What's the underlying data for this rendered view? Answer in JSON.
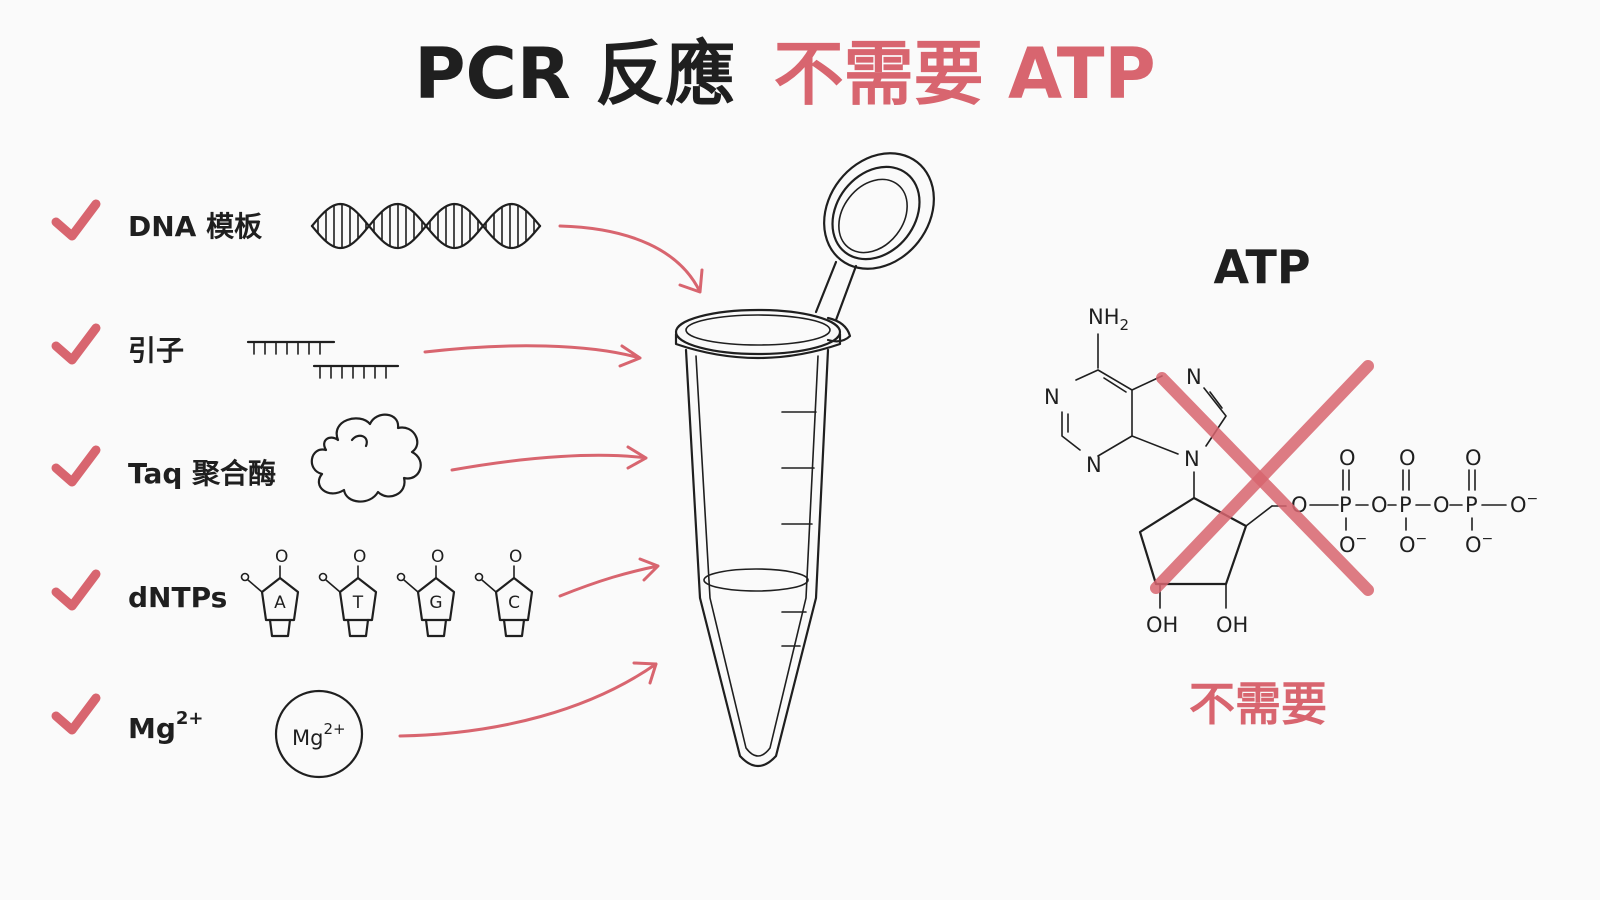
{
  "title": {
    "dark": "PCR 反應",
    "red": "不需要 ATP"
  },
  "ingredients": [
    {
      "label": "DNA 模板",
      "icon": "dna-helix-icon"
    },
    {
      "label": "引子",
      "icon": "primer-strands-icon"
    },
    {
      "label": "Taq 聚合酶",
      "icon": "enzyme-blob-icon"
    },
    {
      "label": "dNTPs",
      "icon": "nucleotide-icon"
    },
    {
      "label_main": "Mg",
      "label_sup": "2+",
      "icon": "magnesium-ion-icon"
    }
  ],
  "nucleotides": [
    "A",
    "T",
    "G",
    "C"
  ],
  "nucleotide_phosphate": "O",
  "magnesium_badge": {
    "main": "Mg",
    "sup": "2+"
  },
  "atp": {
    "heading": "ATP",
    "nh2_main": "NH",
    "nh2_sub": "2",
    "atom_n": "N",
    "atom_o": "O",
    "atom_p": "P",
    "o_minus": "O",
    "minus": "−",
    "oh": "OH",
    "not_needed": "不需要"
  },
  "colors": {
    "accent": "#d8656f",
    "ink": "#1f1f1f",
    "background": "#fafafa"
  }
}
